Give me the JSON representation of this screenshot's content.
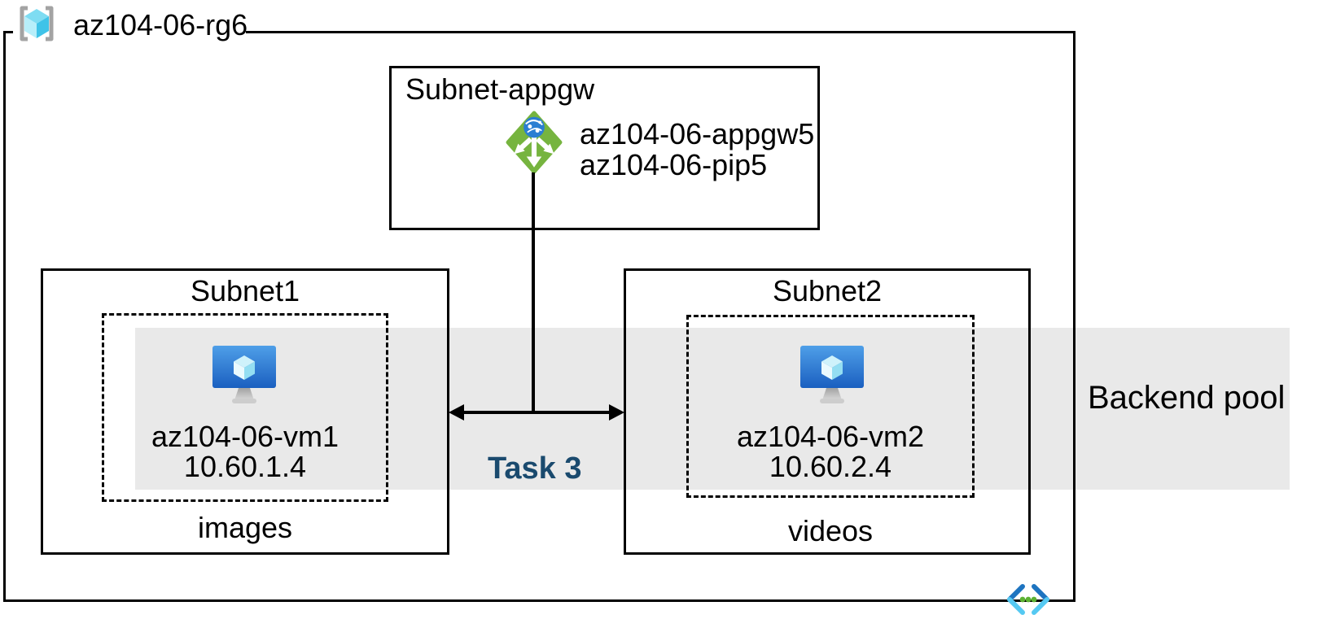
{
  "resource_group": {
    "label": "az104-06-rg6"
  },
  "appgw_subnet": {
    "label": "Subnet-appgw",
    "gateway_name": "az104-06-appgw5",
    "pip_name": "az104-06-pip5"
  },
  "subnet1": {
    "label": "Subnet1",
    "vm_name": "az104-06-vm1",
    "vm_ip": "10.60.1.4",
    "app_label": "images"
  },
  "subnet2": {
    "label": "Subnet2",
    "vm_name": "az104-06-vm2",
    "vm_ip": "10.60.2.4",
    "app_label": "videos"
  },
  "backend_pool": {
    "label": "Backend pool"
  },
  "task": {
    "label": "Task 3"
  },
  "icons": {
    "resource_group": "azure-resource-group-icon",
    "application_gateway": "application-gateway-icon",
    "virtual_machine": "virtual-machine-icon",
    "virtual_network": "virtual-network-icon"
  },
  "colors": {
    "line_black": "#000000",
    "backend_band_gray": "#e9e9e9",
    "task_navy": "#1a4a6e",
    "appgw_green": "#76b43f",
    "globe_blue": "#2a7ed2",
    "vm_screen_top_blue": "#4f9fe8",
    "vm_screen_bottom_blue": "#1a5fc0",
    "rg_bracket_gray": "#a3a3a3",
    "cube_cyan": "#3fc3e8",
    "vnet_dark_blue": "#1e74c0",
    "vnet_cyan": "#55c9f2",
    "vnet_dot_green": "#5cb232"
  }
}
